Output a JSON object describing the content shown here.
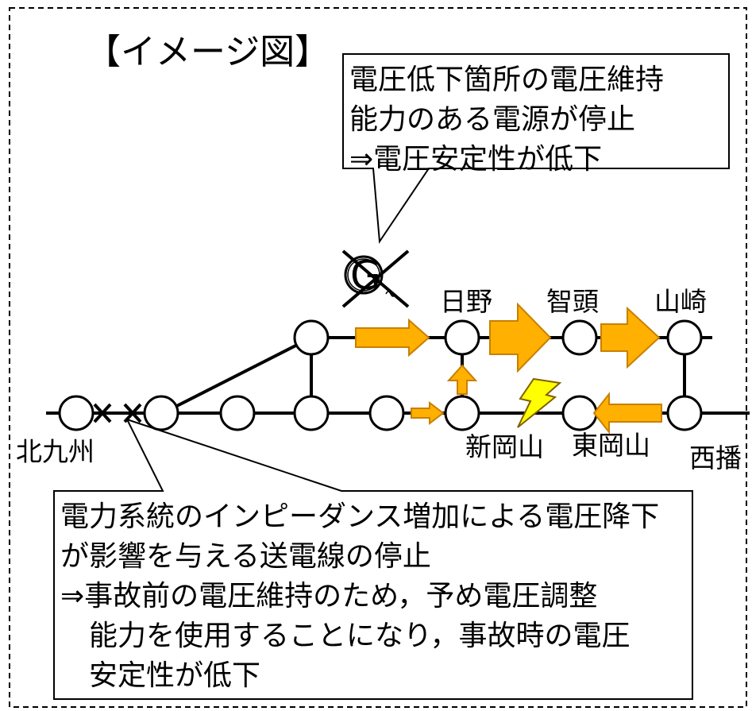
{
  "title": "【イメージ図】",
  "callout_top": {
    "lines": [
      "電圧低下箇所の電圧維持",
      "能力のある電源が停止",
      "⇒電圧安定性が低下"
    ]
  },
  "callout_bottom": {
    "lines": [
      "電力系統のインピーダンス増加による電圧降下",
      "が影響を与える送電線の停止",
      "⇒事故前の電圧維持のため，予め電圧調整",
      "　能力を使用することになり，事故時の電圧",
      "　安定性が低下"
    ]
  },
  "generator": {
    "label": "G",
    "status": "stopped"
  },
  "nodes": {
    "hino": "日野",
    "chizu": "智頭",
    "yamasaki": "山崎",
    "kitakyushu": "北九州",
    "shin_okayama": "新岡山",
    "higashi_okayama": "東岡山",
    "nishiharima": "西播"
  },
  "colors": {
    "arrow_fill": "#FFB000",
    "arrow_stroke": "#C88000",
    "lightning_fill": "#FFFF00",
    "line": "#000000",
    "border_dash": "#000000"
  },
  "icons": [
    "lightning-fault-icon",
    "generator-icon",
    "cross-mark-icon"
  ]
}
